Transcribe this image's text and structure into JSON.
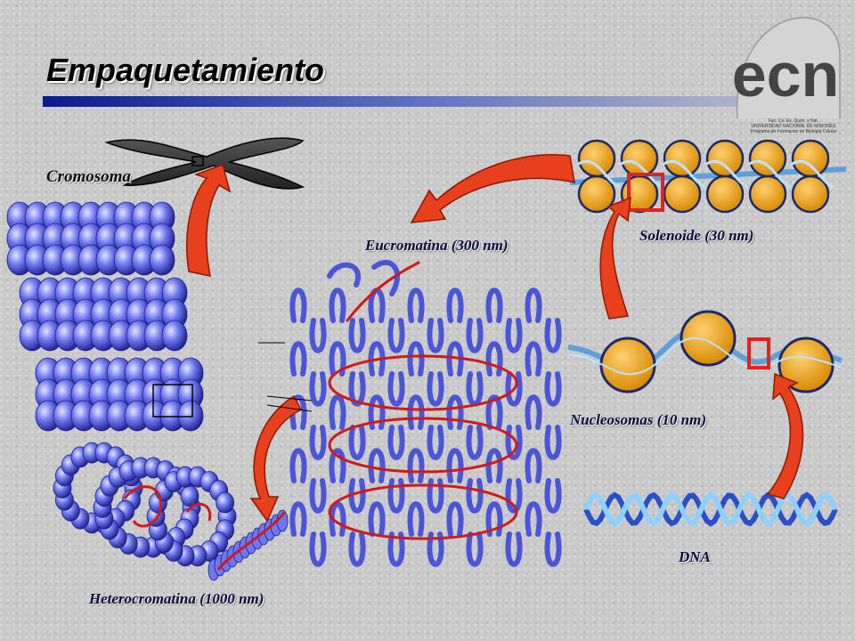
{
  "title": "Empaquetamiento",
  "labels": {
    "cromosoma": "Cromosoma",
    "eucromatina": "Eucromatina (300 nm)",
    "solenoide": "Solenoide (30 nm)",
    "nucleosomas": "Nucleosomas (10 nm)",
    "dna": "DNA",
    "heterocromatina": "Heterocromatina (1000 nm)"
  },
  "logo": {
    "letters": "ecn",
    "line1": "Fac. Cs. Ex. Quim. y Nat.",
    "line2": "UNIVERSIDAD NACIONAL DE MISIONES",
    "line3": "Programa de Formacion en Biologia Celular"
  },
  "colors": {
    "arrow": "#e8401c",
    "coil_blue": "#4a55d8",
    "nucleosome": "#f0a020",
    "title_bar": "#0a1a8c",
    "dna_wave": "#2a50c8"
  }
}
